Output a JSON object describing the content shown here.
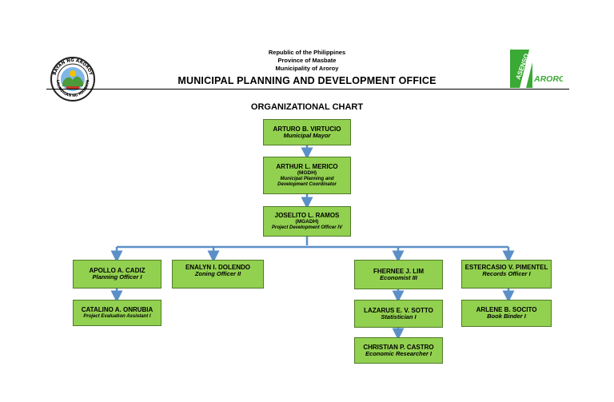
{
  "header": {
    "line1": "Republic of the Philippines",
    "line2": "Province of Masbate",
    "line3": "Municipality of Aroroy",
    "office": "MUNICIPAL PLANNING AND DEVELOPMENT OFFICE",
    "seal_text_top": "BAYAN NG AROROY",
    "seal_text_bottom": "LALAWIGAN NG MASBATE",
    "logo_left": "ASENSO",
    "logo_right": "AROROY"
  },
  "chart_title": "ORGANIZATIONAL CHART",
  "nodes": {
    "mayor": {
      "name": "ARTURO B. VIRTUCIO",
      "position": "Municipal Mayor"
    },
    "coordinator": {
      "name": "ARTHUR L. MERICO",
      "designation": "(MGDH)",
      "position": "Municipal Planning and Development Coordinator"
    },
    "pdo": {
      "name": "JOSELITO L. RAMOS",
      "designation": "(MGADH)",
      "position": "Project Development Officer IV"
    },
    "planning": {
      "name": "APOLLO A. CADIZ",
      "position": "Planning Officer I"
    },
    "zoning": {
      "name": "ENALYN I. DOLENDO",
      "position": "Zoning Officer II"
    },
    "economist": {
      "name": "FHERNEE J. LIM",
      "position": "Economist III"
    },
    "records": {
      "name": "ESTERCASIO V. PIMENTEL",
      "position": "Records Officer I"
    },
    "evaluation": {
      "name": "CATALINO A. ONRUBIA",
      "position": "Project Evaluation Assistant I"
    },
    "statistician": {
      "name": "LAZARUS E. V. SOTTO",
      "position": "Statistician I"
    },
    "binder": {
      "name": "ARLENE B. SOCITO",
      "position": "Book Binder I"
    },
    "researcher": {
      "name": "CHRISTIAN P. CASTRO",
      "position": "Economic Researcher I"
    }
  },
  "colors": {
    "box_fill": "#92d050",
    "box_border": "#4f7a28",
    "connector": "#5b8fc7",
    "logo_green": "#3aa935"
  }
}
